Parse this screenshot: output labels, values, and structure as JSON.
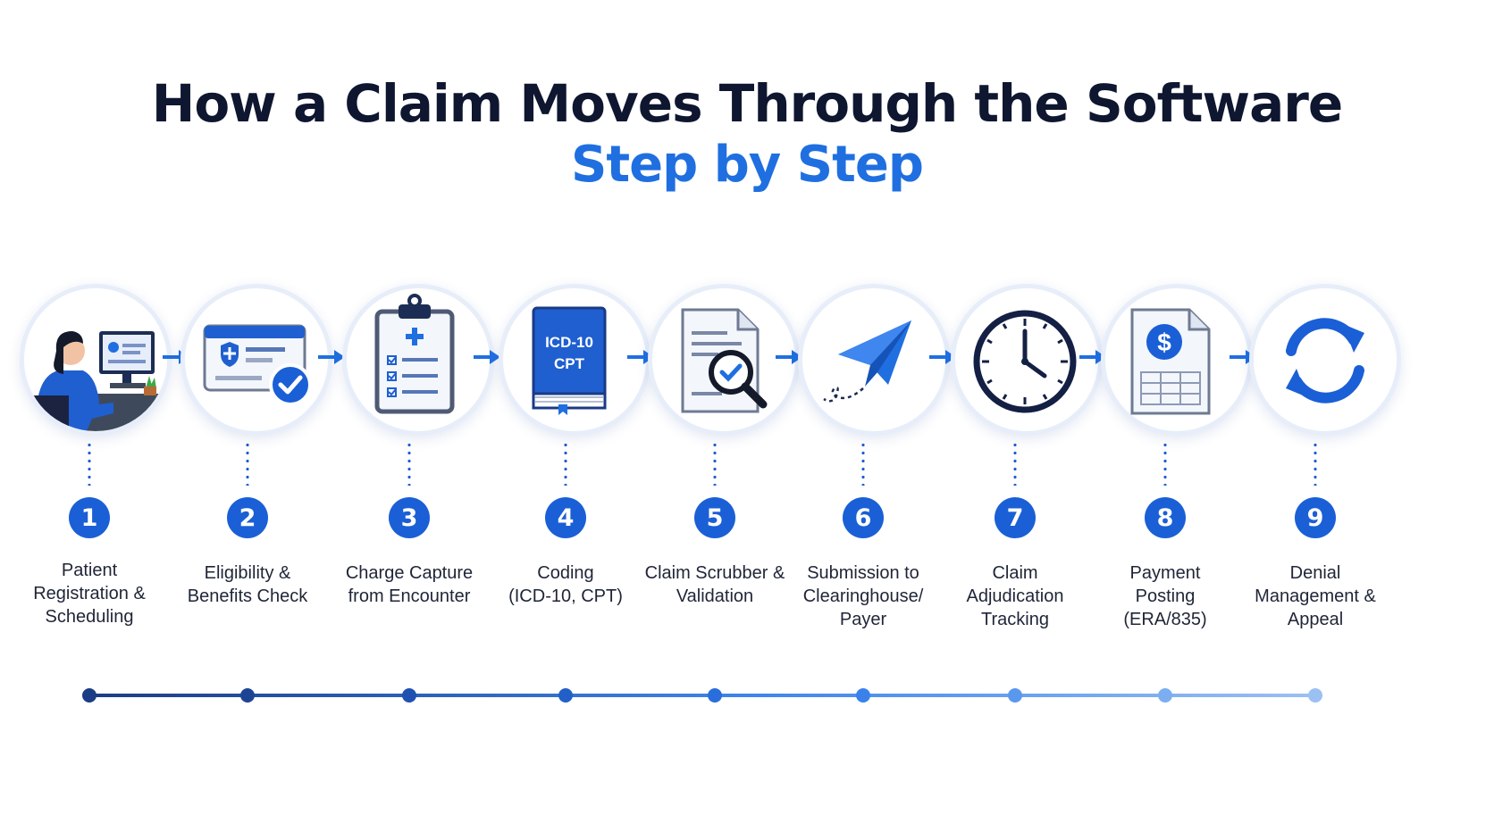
{
  "title": "How a Claim Moves Through the Software",
  "subtitle": "Step by Step",
  "colors": {
    "accent": "#1f6fe0",
    "badge": "#1a5fd6",
    "title": "#0e1630",
    "timeline_start": "#1b3d86",
    "timeline_end": "#9bc0f2"
  },
  "steps": [
    {
      "number": "1",
      "label_lines": [
        "Patient",
        "Registration &",
        "Scheduling"
      ],
      "icon": "person-at-computer-icon"
    },
    {
      "number": "2",
      "label_lines": [
        "Eligibility &",
        "Benefits Check"
      ],
      "icon": "insurance-card-check-icon"
    },
    {
      "number": "3",
      "label_lines": [
        "Charge Capture",
        "from Encounter"
      ],
      "icon": "clipboard-checklist-icon"
    },
    {
      "number": "4",
      "label_lines": [
        "Coding",
        "(ICD-10, CPT)"
      ],
      "icon": "code-book-icon",
      "icon_text": [
        "ICD-10",
        "CPT"
      ]
    },
    {
      "number": "5",
      "label_lines": [
        "Claim Scrubber &",
        "Validation"
      ],
      "icon": "document-magnifier-icon"
    },
    {
      "number": "6",
      "label_lines": [
        "Submission to",
        "Clearinghouse/",
        "Payer"
      ],
      "icon": "paper-plane-icon"
    },
    {
      "number": "7",
      "label_lines": [
        "Claim",
        "Adjudication",
        "Tracking"
      ],
      "icon": "clock-icon"
    },
    {
      "number": "8",
      "label_lines": [
        "Payment",
        "Posting",
        "(ERA/835)"
      ],
      "icon": "payment-document-icon",
      "icon_text": [
        "$"
      ]
    },
    {
      "number": "9",
      "label_lines": [
        "Denial",
        "Management &",
        "Appeal"
      ],
      "icon": "refresh-cycle-icon"
    }
  ]
}
